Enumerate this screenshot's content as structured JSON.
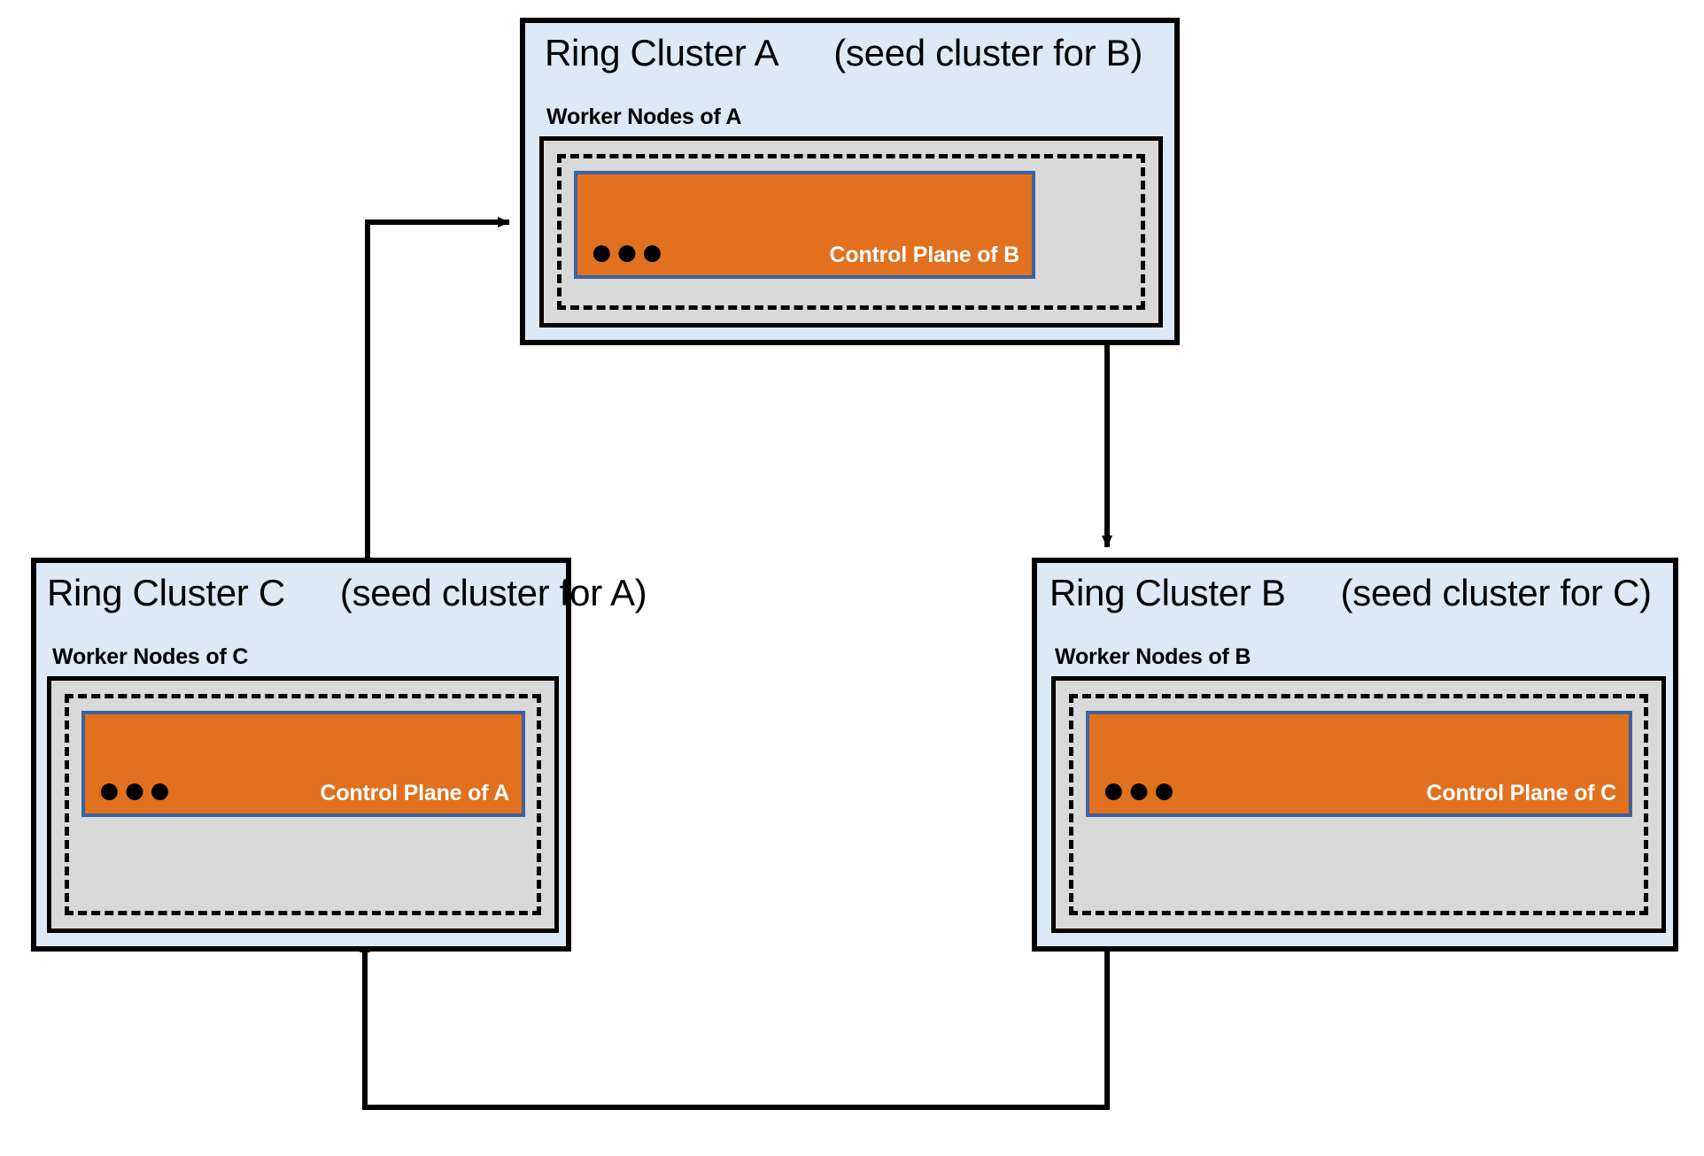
{
  "diagram": {
    "title": "Ring of seed clusters",
    "colors": {
      "cluster_fill": "#dce9f7",
      "nodes_fill": "#d9d9d9",
      "control_plane_fill": "#e1701f",
      "control_plane_border": "#3d62a0",
      "outline": "#000000",
      "label_text": "#ffffff"
    },
    "ellipsis_glyph": "●●●"
  },
  "clusters": [
    {
      "id": "a",
      "title": "Ring Cluster A",
      "seed_note": "(seed cluster for B)",
      "worker_label": "Worker Nodes of A",
      "control_plane_label": "Control Plane of B",
      "ellipsis": "●●●"
    },
    {
      "id": "c",
      "title": "Ring Cluster C",
      "seed_note": "(seed cluster for A)",
      "worker_label": "Worker Nodes of C",
      "control_plane_label": "Control Plane of A",
      "ellipsis": "●●●"
    },
    {
      "id": "b",
      "title": "Ring Cluster B",
      "seed_note": "(seed cluster for C)",
      "worker_label": "Worker Nodes of B",
      "control_plane_label": "Control Plane of C",
      "ellipsis": "●●●"
    }
  ],
  "connectors": [
    {
      "id": "a-to-b",
      "from": "Ring Cluster A",
      "to": "Ring Cluster B",
      "direction": "right-then-down"
    },
    {
      "id": "b-to-c",
      "from": "Ring Cluster B",
      "to": "Ring Cluster C",
      "direction": "down-then-left-then-up"
    },
    {
      "id": "c-to-a",
      "from": "Ring Cluster C",
      "to": "Ring Cluster A",
      "direction": "up-then-right"
    }
  ]
}
